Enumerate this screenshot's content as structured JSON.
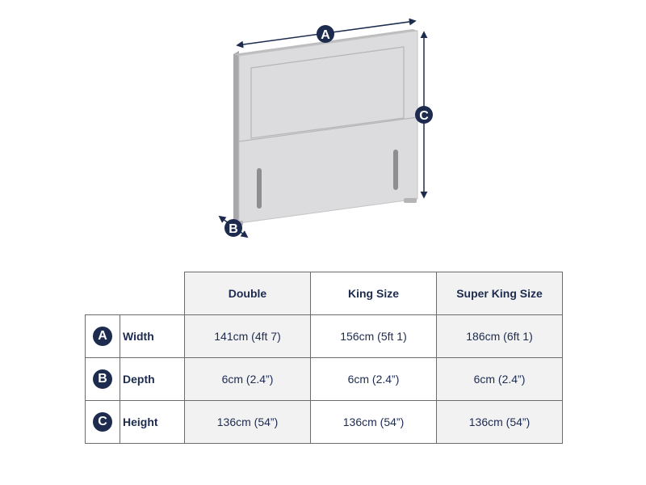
{
  "diagram": {
    "labels": {
      "a": "A",
      "b": "B",
      "c": "C"
    },
    "colors": {
      "navy": "#1d2b4f",
      "panel": "#d9d9db",
      "panel_edge": "#a8a8aa",
      "slot": "#8e8e90"
    }
  },
  "table": {
    "columns": [
      "Double",
      "King Size",
      "Super King Size"
    ],
    "rows": [
      {
        "badge": "A",
        "label": "Width",
        "values": [
          "141cm (4ft 7)",
          "156cm (5ft 1)",
          "186cm (6ft 1)"
        ]
      },
      {
        "badge": "B",
        "label": "Depth",
        "values": [
          "6cm (2.4”)",
          "6cm (2.4”)",
          "6cm (2.4”)"
        ]
      },
      {
        "badge": "C",
        "label": "Height",
        "values": [
          "136cm (54”)",
          "136cm (54”)",
          "136cm (54”)"
        ]
      }
    ]
  }
}
